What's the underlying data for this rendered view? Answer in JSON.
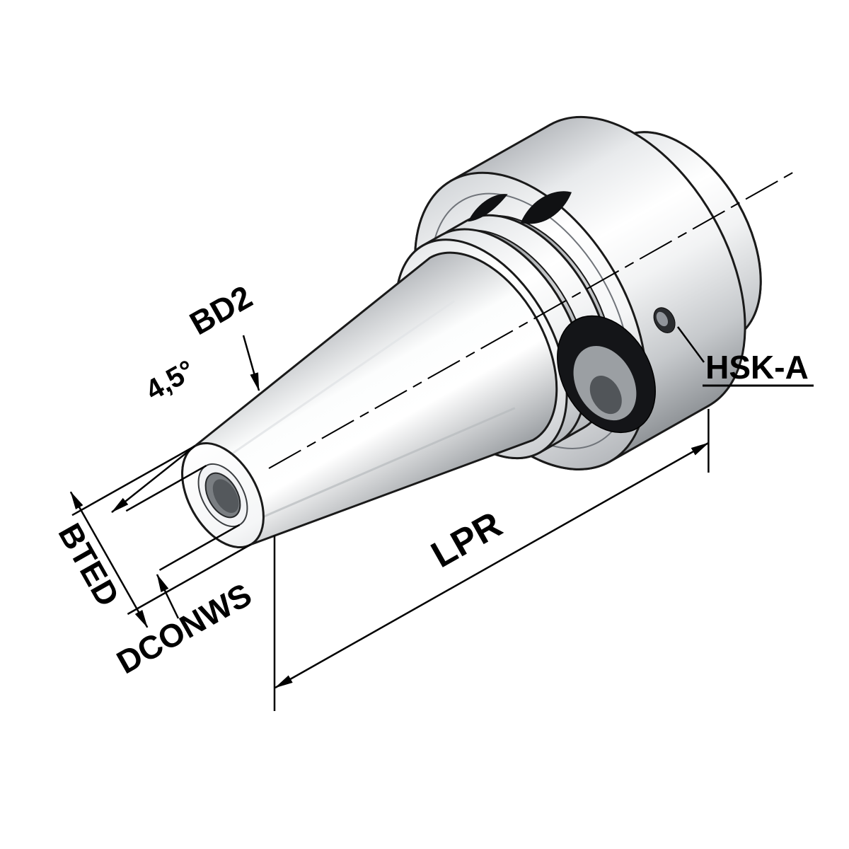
{
  "diagram": {
    "subject": "shrink-fit tool holder with HSK-A taper shank, oblique technical drawing",
    "view": "oblique-projection"
  },
  "labels": {
    "taper_angle": "4,5°",
    "bd2": "BD2",
    "bted": "BTED",
    "dconws": "DCONWS",
    "lpr": "LPR",
    "hsk": "HSK-A"
  },
  "colors": {
    "background": "#ffffff",
    "outline": "#1a1a1a",
    "metal_highlight": "#ffffff",
    "metal_mid": "#c6c9cc",
    "metal_shadow": "#8f9397",
    "slot_black": "#101113",
    "bore_gray": "#54585c"
  }
}
